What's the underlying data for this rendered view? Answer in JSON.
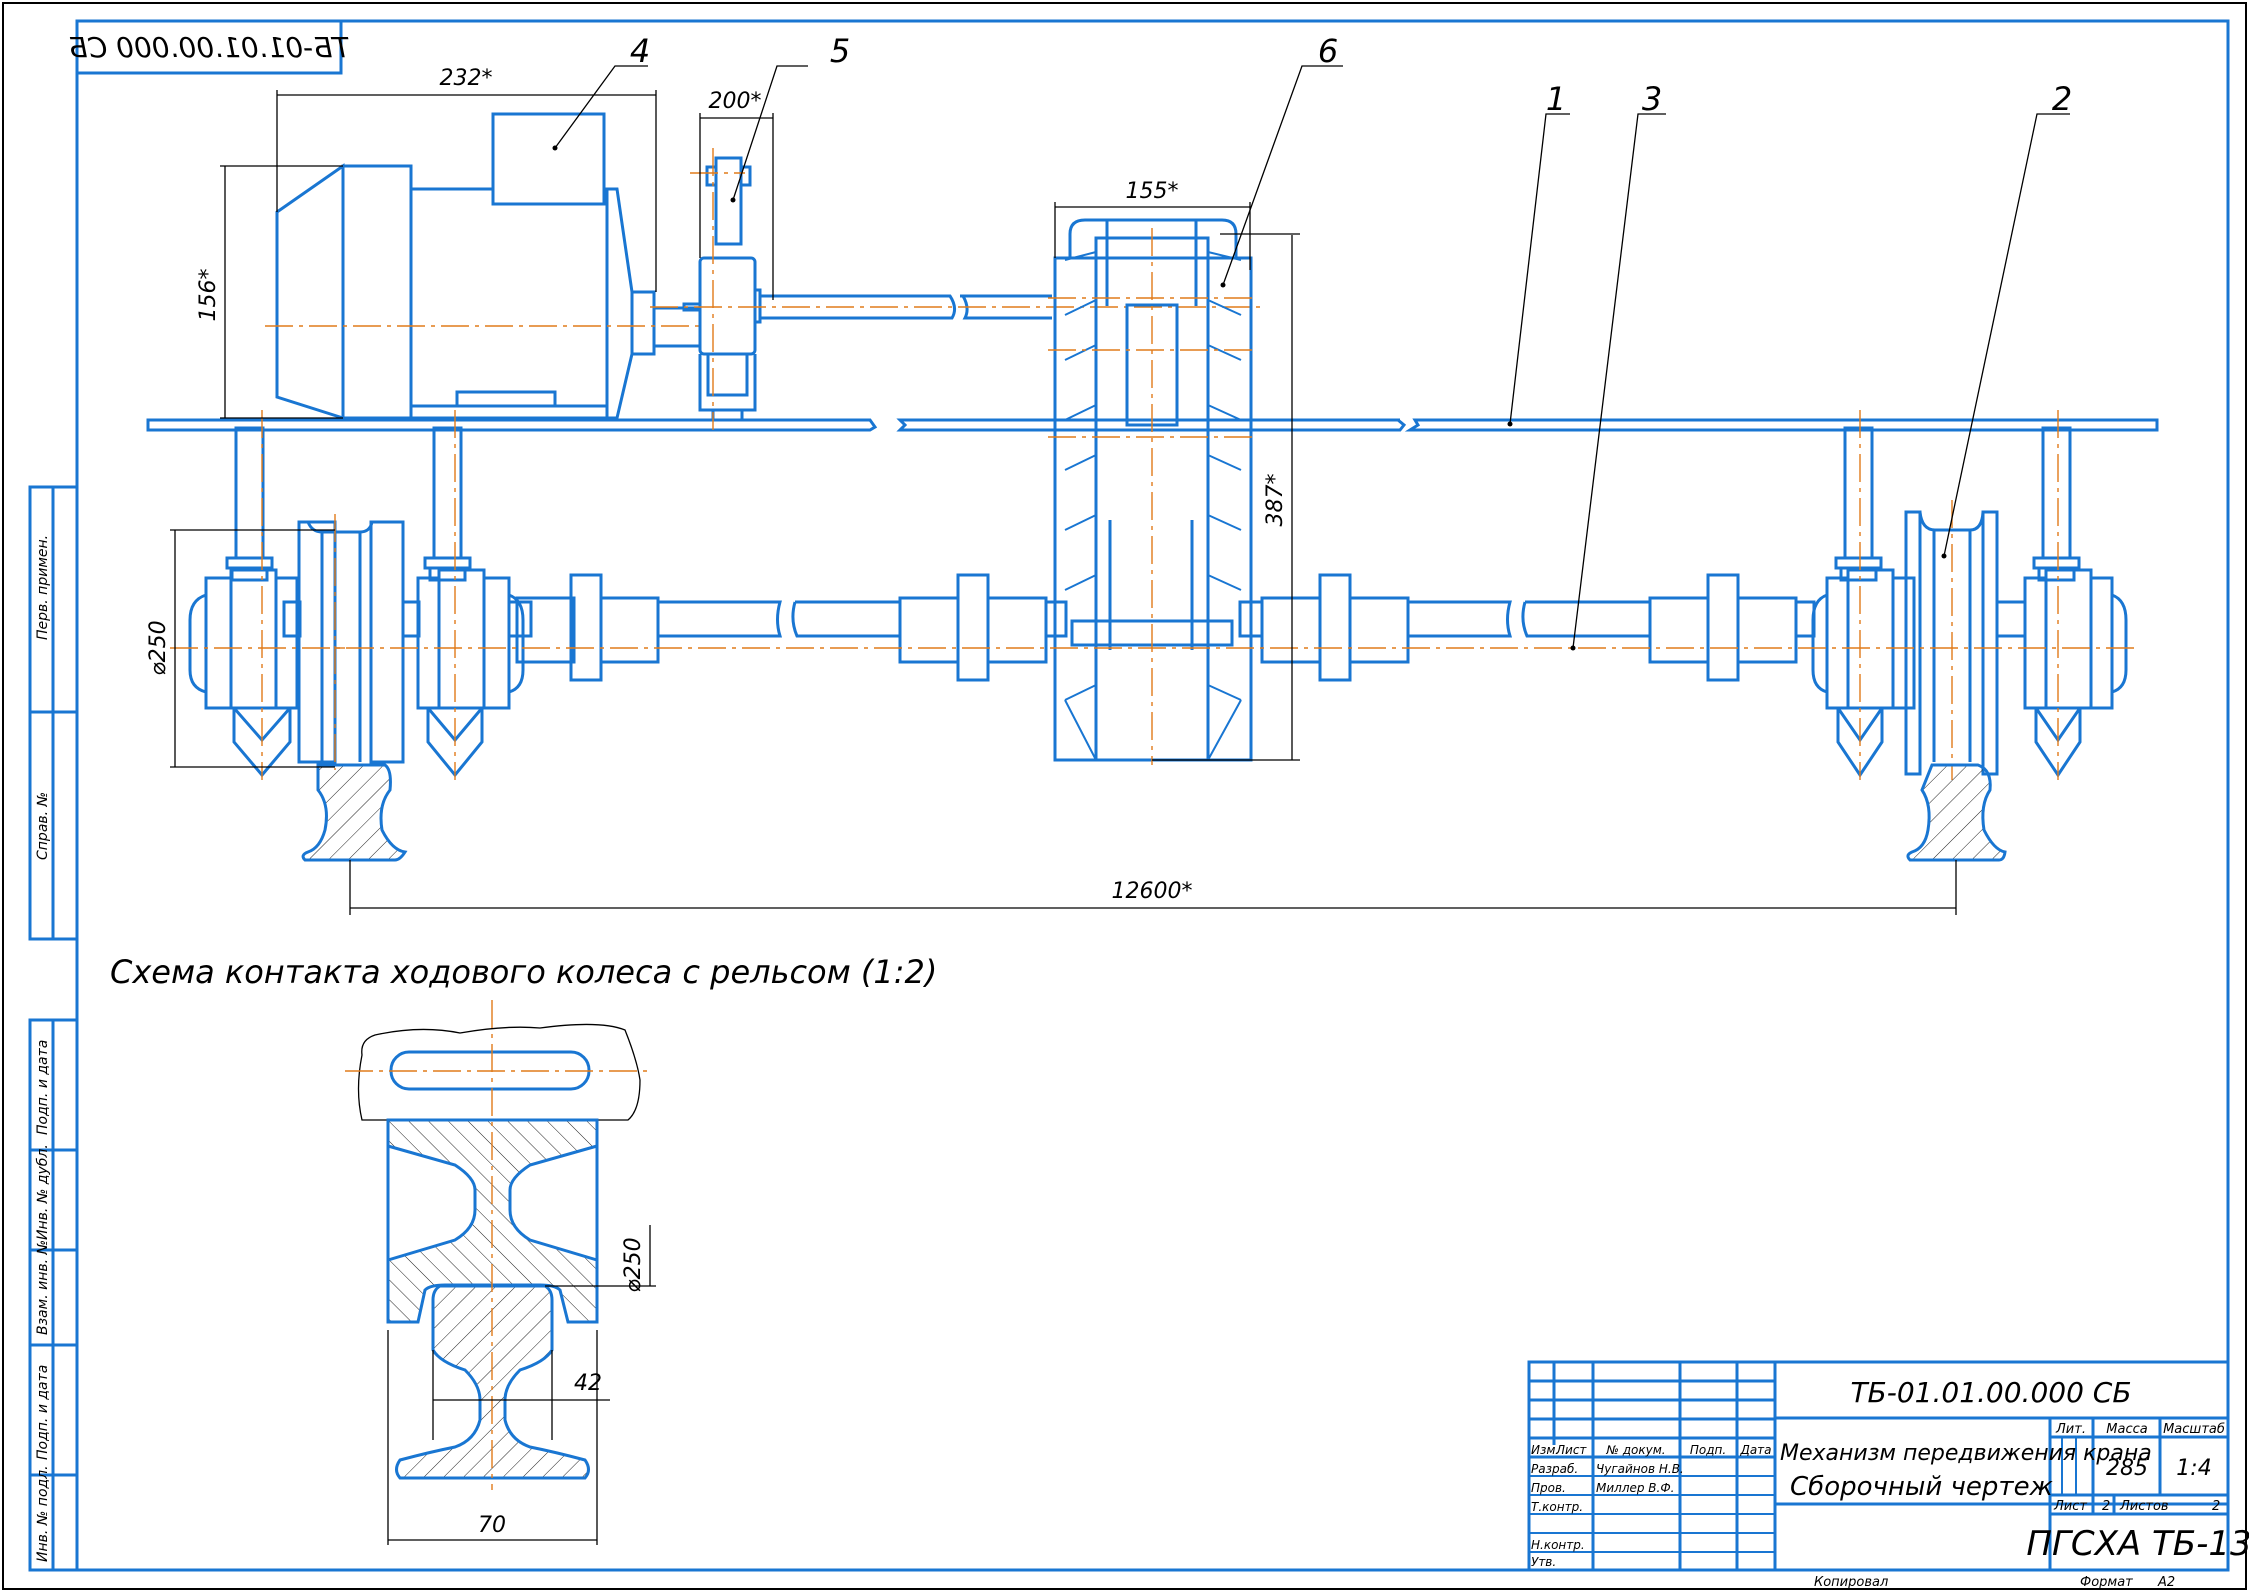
{
  "drawing": {
    "mirrored_code": "ТБ-01.01.00.000 СБ",
    "section_title": "Схема контакта ходового колеса с рельсом (1:2)",
    "positions": [
      "1",
      "2",
      "3",
      "4",
      "5",
      "6"
    ],
    "dimensions": {
      "motor_length": "232*",
      "motor_height": "156*",
      "brake_width": "200*",
      "reducer_width": "155*",
      "reducer_height": "387*",
      "wheel_diameter": "⌀250",
      "span": "12600*",
      "section_diameter": "⌀250",
      "rail_head": "42",
      "wheel_width": "70"
    }
  },
  "side_stamp": {
    "upper": [
      "Перв. примен.",
      "Справ. №"
    ],
    "lower": [
      "Подп. и дата",
      "Инв. № дубл.",
      "Взам. инв. №",
      "Подп. и дата",
      "Инв. № подл."
    ]
  },
  "title_block": {
    "code": "ТБ-01.01.00.000 СБ",
    "name": "Механизм передвижения крана",
    "doc_type": "Сборочный чертеж",
    "headers": {
      "izm": "Изм.",
      "list": "Лист",
      "doc_no": "№ докум.",
      "sign": "Подп.",
      "date": "Дата"
    },
    "roles": [
      {
        "role": "Разраб.",
        "name": "Чугайнов Н.В."
      },
      {
        "role": "Пров.",
        "name": "Миллер В.Ф."
      },
      {
        "role": "Т.контр.",
        "name": ""
      },
      {
        "role": "",
        "name": ""
      },
      {
        "role": "Н.контр.",
        "name": ""
      },
      {
        "role": "Утв.",
        "name": ""
      }
    ],
    "lit_label": "Лит.",
    "mass_label": "Масса",
    "scale_label": "Масштаб",
    "mass": "285",
    "scale": "1:4",
    "sheet_label": "Лист",
    "sheet": "2",
    "sheets_label": "Листов",
    "sheets": "2",
    "org": "ПГСХА ТБ-13",
    "copied": "Копировал",
    "format_label": "Формат",
    "format": "A2"
  }
}
